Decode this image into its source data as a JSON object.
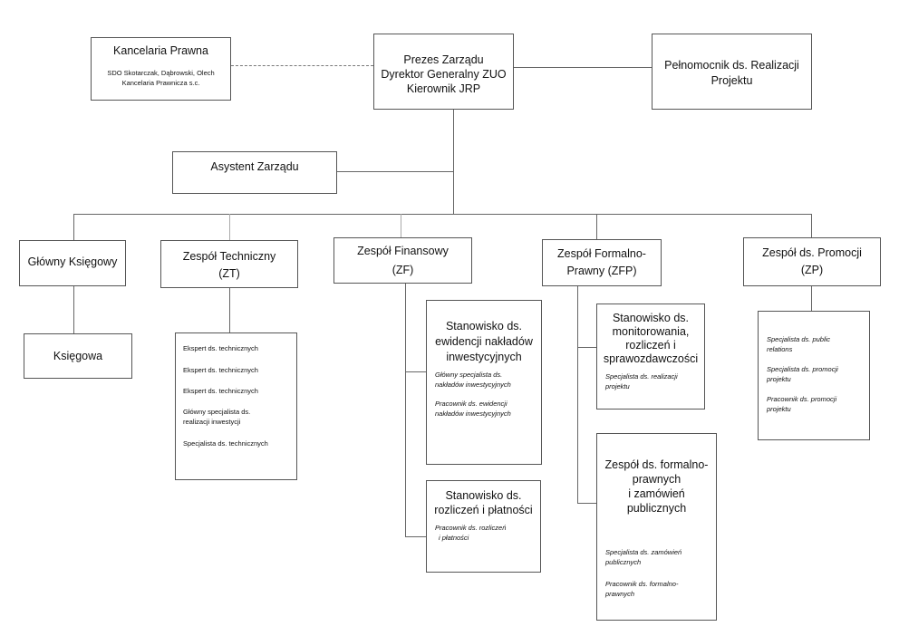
{
  "chart_data": {
    "type": "org-chart",
    "kancelaria": {
      "title": "Kancelaria Prawna",
      "sub1": "SDO Skotarczak, Dąbrowski, Olech",
      "sub2": "Kancelaria Prawnicza s.c."
    },
    "prezes": {
      "line1": "Prezes Zarządu",
      "line2": "Dyrektor Generalny ZUO",
      "line3": "Kierownik JRP"
    },
    "pelnomocnik": {
      "line1": "Pełnomocnik ds. Realizacji",
      "line2": "Projektu"
    },
    "asystent": {
      "title": "Asystent Zarządu"
    },
    "glowny": {
      "title": "Główny Księgowy"
    },
    "ksiegowa": {
      "title": "Księgowa"
    },
    "zt": {
      "line1": "Zespół Techniczny",
      "line2": "(ZT)",
      "items": [
        "Ekspert ds. technicznych",
        "Ekspert ds. technicznych",
        "Ekspert ds. technicznych",
        "Główny specjalista ds.",
        "realizacji inwestycji",
        "Specjalista ds. technicznych"
      ]
    },
    "zf": {
      "line1": "Zespół Finansowy",
      "line2": "(ZF)",
      "ewid": {
        "line1": "Stanowisko ds.",
        "line2": "ewidencji nakładów",
        "line3": "inwestycyjnych",
        "i1a": "Główny specjalista ds.",
        "i1b": "nakładów inwestycyjnych",
        "i2a": "Pracownik ds. ewidencji",
        "i2b": "nakładów inwestycyjnych"
      },
      "rozl": {
        "line1": "Stanowisko ds.",
        "line2": "rozliczeń i płatności",
        "i1a": "Pracownik ds. rozliczeń",
        "i1b": "i płatności"
      }
    },
    "zfp": {
      "line1": "Zespół Formalno-",
      "line2": "Prawny (ZFP)",
      "monit": {
        "line1": "Stanowisko ds.",
        "line2": "monitorowania,",
        "line3": "rozliczeń i",
        "line4": "sprawozdawczości",
        "i1a": "Specjalista ds. realizacji",
        "i1b": "projektu"
      },
      "formal": {
        "line1": "Zespół ds. formalno-",
        "line2": "prawnych",
        "line3": "i zamówień",
        "line4": "publicznych",
        "i1a": "Specjalista ds. zamówień",
        "i1b": "publicznych",
        "i2a": "Pracownik ds. formalno-",
        "i2b": "prawnych"
      }
    },
    "zp": {
      "line1": "Zespół ds. Promocji",
      "line2": "(ZP)",
      "i1a": "Specjalista ds. public",
      "i1b": "relations",
      "i2a": "Specjalista ds. promocji",
      "i2b": "projektu",
      "i3a": "Pracownik ds. promocji",
      "i3b": "projektu"
    }
  }
}
